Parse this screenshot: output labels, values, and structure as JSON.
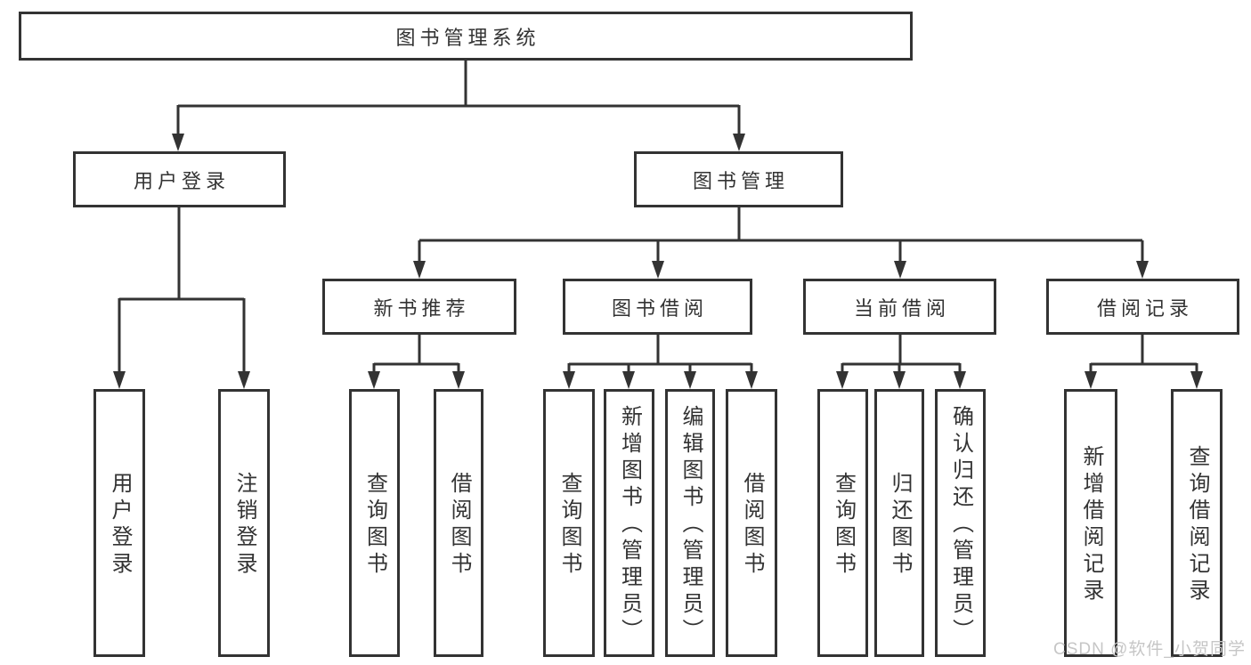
{
  "diagram_title": "图书管理系统",
  "watermark": "CSDN @软件_小贺同学",
  "colors": {
    "line": "#333333",
    "box_border": "#333333",
    "text": "#333333",
    "watermark": "#c6c6c6",
    "background": "#ffffff"
  },
  "tree": {
    "root": {
      "label": "图书管理系统"
    },
    "branches": [
      {
        "label": "用户登录",
        "leaves": [
          "用户登录",
          "注销登录"
        ]
      },
      {
        "label": "图书管理",
        "groups": [
          {
            "label": "新书推荐",
            "leaves": [
              "查询图书",
              "借阅图书"
            ]
          },
          {
            "label": "图书借阅",
            "leaves": [
              "查询图书",
              "新增图书（管理员）",
              "编辑图书（管理员）",
              "借阅图书"
            ]
          },
          {
            "label": "当前借阅",
            "leaves": [
              "查询图书",
              "归还图书",
              "确认归还（管理员）"
            ]
          },
          {
            "label": "借阅记录",
            "leaves": [
              "新增借阅记录",
              "查询借阅记录"
            ]
          }
        ]
      }
    ]
  }
}
